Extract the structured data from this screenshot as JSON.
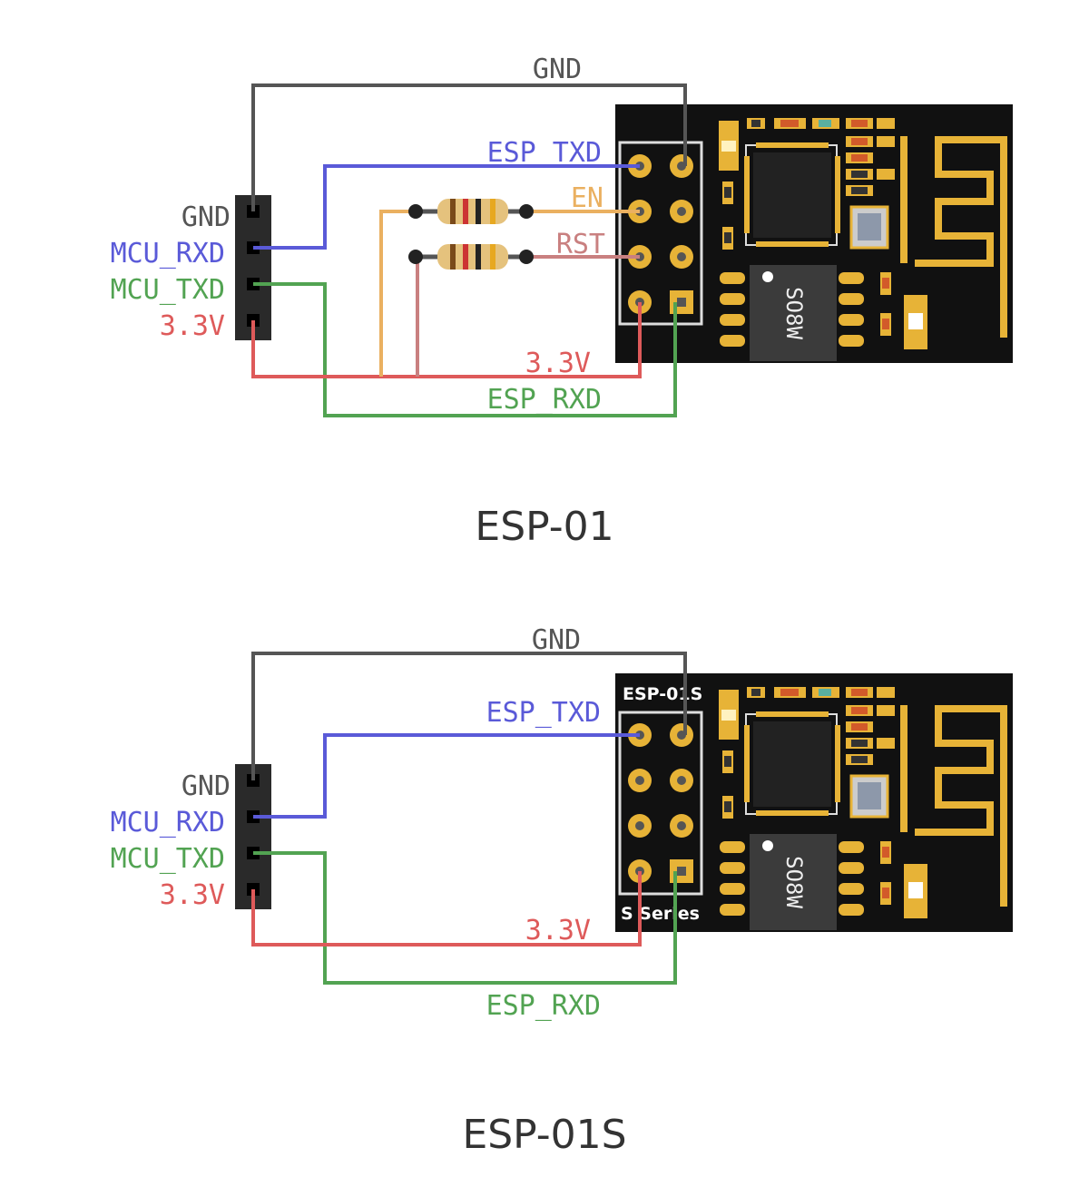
{
  "colors": {
    "gnd": "#555555",
    "txd": "#5a5ad8",
    "rxd": "#52a352",
    "vcc": "#de5a5a",
    "en": "#eab060",
    "rst": "#c98080",
    "pcb": "#111111",
    "gold": "#e7b337"
  },
  "diagrams": [
    {
      "title": "ESP-01",
      "header_labels": {
        "gnd": "GND",
        "rxd": "MCU_RXD",
        "txd": "MCU_TXD",
        "vcc": "3.3V"
      },
      "wire_labels": {
        "gnd": "GND",
        "esp_txd": "ESP_TXD",
        "en": "EN",
        "rst": "RST",
        "vcc": "3.3V",
        "esp_rxd": "ESP_RXD"
      },
      "chip_label": "SO8W"
    },
    {
      "title": "ESP-01S",
      "header_labels": {
        "gnd": "GND",
        "rxd": "MCU_RXD",
        "txd": "MCU_TXD",
        "vcc": "3.3V"
      },
      "wire_labels": {
        "gnd": "GND",
        "esp_txd": "ESP_TXD",
        "vcc": "3.3V",
        "esp_rxd": "ESP_RXD"
      },
      "chip_label": "SO8W",
      "board_label": "ESP-01S",
      "series_label": "S Series"
    }
  ]
}
